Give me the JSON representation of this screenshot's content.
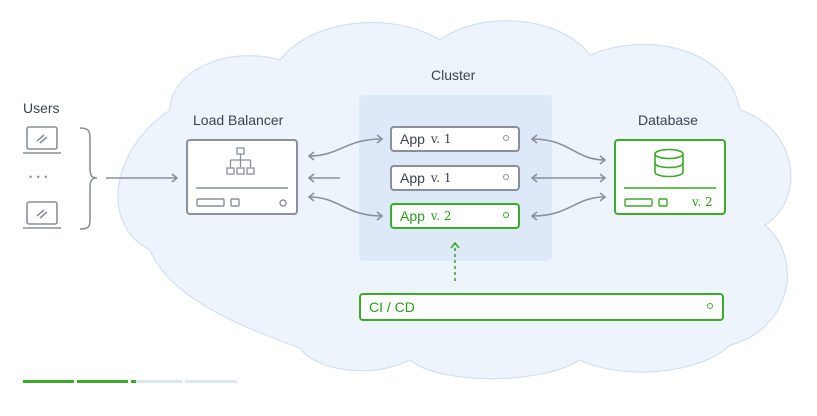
{
  "labels": {
    "users": "Users",
    "load_balancer": "Load Balancer",
    "cluster": "Cluster",
    "database": "Database",
    "ellipsis": "• • •"
  },
  "apps": [
    {
      "name": "App",
      "version": "v. 1",
      "state": "default"
    },
    {
      "name": "App",
      "version": "v. 1",
      "state": "default"
    },
    {
      "name": "App",
      "version": "v. 2",
      "state": "updated"
    }
  ],
  "database": {
    "version": "v. 2"
  },
  "cicd": {
    "label": "CI / CD"
  },
  "progress": {
    "segments": 4,
    "filled_fraction": 0.53
  },
  "colors": {
    "cloud_fill": "#eef4fb",
    "cloud_stroke": "#d2e1f0",
    "cluster_fill": "#dde9f8",
    "gray": "#8a8f9c",
    "green": "#3caa2b",
    "progress_track": "#dbe6f3"
  },
  "icons": [
    "laptop-icon",
    "network-tree-icon",
    "database-cylinder-icon"
  ]
}
